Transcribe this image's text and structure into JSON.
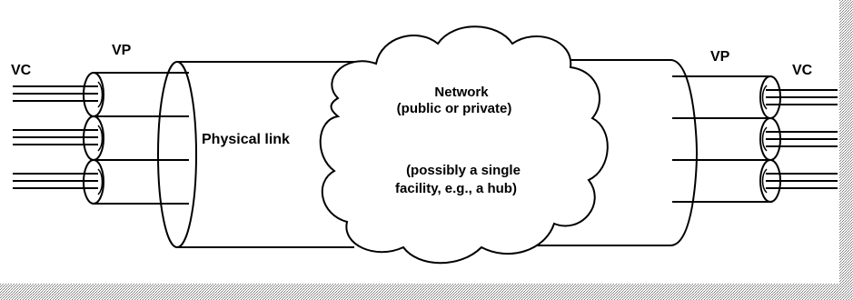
{
  "diagram": {
    "labels": {
      "vc_left": "VC",
      "vp_left": "VP",
      "physical_link": "Physical link",
      "network_line1": "Network",
      "network_line2": "(public or private)",
      "possibly_line1": "(possibly a single",
      "possibly_line2": "facility, e.g., a hub)",
      "vp_right": "VP",
      "vc_right": "VC"
    },
    "colors": {
      "line": "#000000",
      "background": "#ffffff",
      "dither": "#8a8a8a"
    }
  }
}
